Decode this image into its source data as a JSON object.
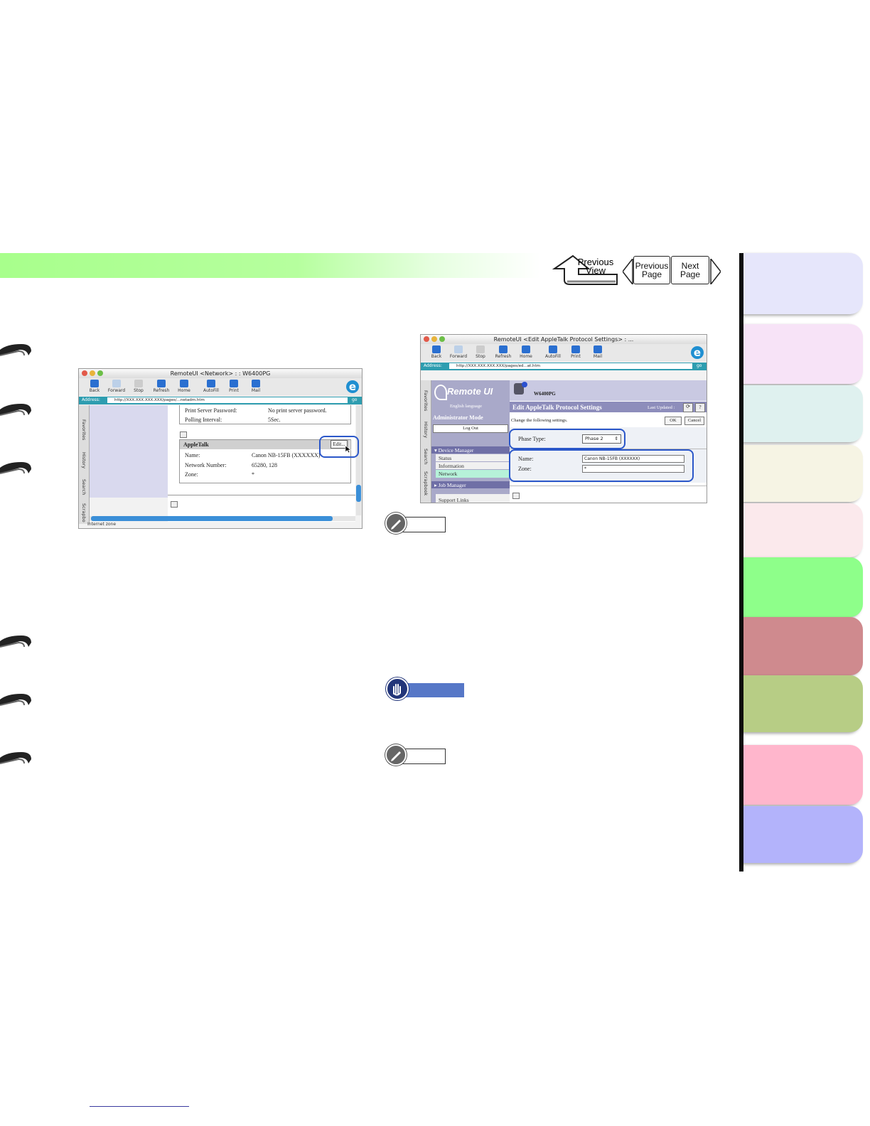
{
  "nav": {
    "previous_view": [
      "Previous",
      "View"
    ],
    "previous_page": [
      "Previous",
      "Page"
    ],
    "next_page": [
      "Next",
      "Page"
    ]
  },
  "shot1": {
    "title": "RemoteUI <Network> : : W6400PG",
    "toolbar": [
      "Back",
      "Forward",
      "Stop",
      "Refresh",
      "Home",
      "AutoFill",
      "Print",
      "Mail"
    ],
    "address_label": "Address:",
    "address": "http://XXX.XXX.XXX.XXX/pages/...netadm.htm",
    "go": "go",
    "sidetabs": [
      "Favorites",
      "History",
      "Search",
      "Scrapbo"
    ],
    "rows_top": [
      {
        "label": "Print Server Password:",
        "value": "No print server password."
      },
      {
        "label": "Polling Interval:",
        "value": "5Sec."
      }
    ],
    "section": "AppleTalk",
    "edit_button": "Edit...",
    "rows": [
      {
        "label": "Name:",
        "value": "Canon NB-15FB (XXXXXX)"
      },
      {
        "label": "Network Number:",
        "value": "65280, 128"
      },
      {
        "label": "Zone:",
        "value": "*"
      }
    ],
    "status": "Internet zone"
  },
  "shot2": {
    "title": "RemoteUI <Edit AppleTalk Protocol Settings> : ...",
    "toolbar": [
      "Back",
      "Forward",
      "Stop",
      "Refresh",
      "Home",
      "AutoFill",
      "Print",
      "Mail"
    ],
    "address_label": "Address:",
    "address": "http://XXX.XXX.XXX.XXX/pages/ed...at.htm",
    "go": "go",
    "sidetabs": [
      "Favorites",
      "History",
      "Search",
      "Scrapbook"
    ],
    "logo": "Remote UI",
    "language": "English language",
    "mode": "Administrator Mode",
    "logout": "Log Out",
    "device_manager": "Device Manager",
    "menu": [
      "Status",
      "Information",
      "Network"
    ],
    "job_manager": "Job Manager",
    "support": "Support Links",
    "model": "W6400PG",
    "page_title": "Edit AppleTalk Protocol Settings",
    "last_updated": "Last Updated :",
    "instruction": "Change the following settings.",
    "ok": "OK",
    "cancel": "Cancel",
    "phase_label": "Phase Type:",
    "phase_value": "Phase 2",
    "name_label": "Name:",
    "name_value": "Canon NB-15FB (XXXXXX)",
    "zone_label": "Zone:",
    "zone_value": "*"
  },
  "colors": {
    "header_green": "#a8ff8c",
    "callout_blue": "#2b57c9",
    "tabs": [
      "#e6e6fb",
      "#f7e3f7",
      "#dff1ef",
      "#f6f4e4",
      "#fbe9ec",
      "#8eff8a",
      "#cf8a8e",
      "#b7cd85",
      "#ffb6cc",
      "#b3b3fb"
    ],
    "important_blue": "#5677c7"
  },
  "icons": [
    "pencil-note-icon",
    "hand-important-icon",
    "curved-arrow-icon",
    "triangle-left-icon",
    "triangle-right-icon"
  ]
}
